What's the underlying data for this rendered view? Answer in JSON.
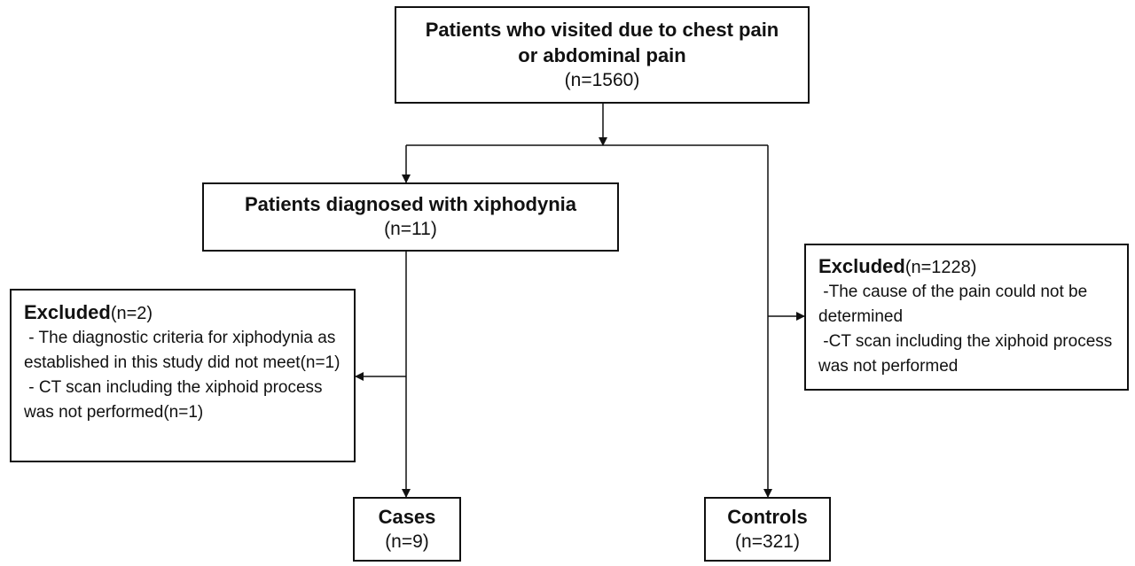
{
  "boxes": {
    "total": {
      "title": "Patients who visited due to chest pain or abdominal pain",
      "count": "(n=1560)"
    },
    "diagnosed": {
      "title": "Patients diagnosed with xiphodynia",
      "count": "(n=11)"
    },
    "excluded_left": {
      "title": "Excluded",
      "count": "(n=2)",
      "items": [
        " - The diagnostic criteria for xiphodynia as established in this study did not meet(n=1)",
        " - CT scan including the xiphoid process was not performed(n=1)"
      ]
    },
    "excluded_right": {
      "title": "Excluded",
      "count": "(n=1228)",
      "items": [
        " -The cause of the pain could not be determined",
        " -CT scan including the xiphoid process was not performed"
      ]
    },
    "cases": {
      "title": "Cases",
      "count": "(n=9)"
    },
    "controls": {
      "title": "Controls",
      "count": "(n=321)"
    }
  },
  "colors": {
    "line": "#111111",
    "background": "#ffffff",
    "text": "#111111"
  }
}
